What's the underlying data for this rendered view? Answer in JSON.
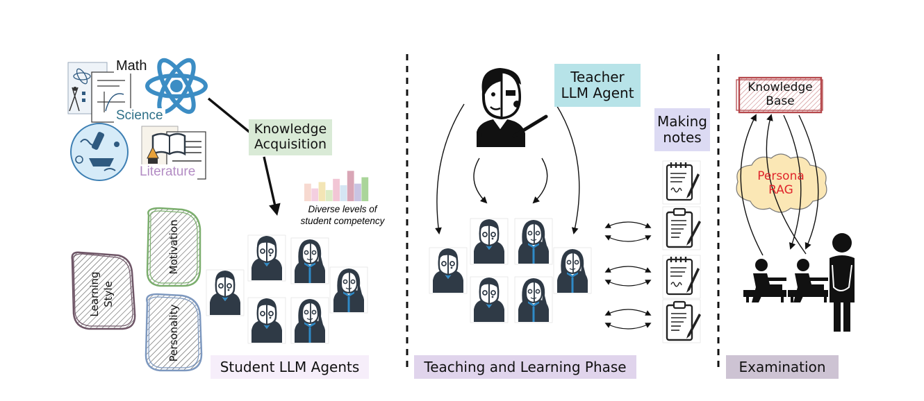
{
  "subjects": {
    "math": "Math",
    "science": "Science",
    "literature": "Literature"
  },
  "knowledge_acquisition": [
    "Knowledge",
    "Acquisition"
  ],
  "competency_note": [
    "Diverse levels of",
    "student competency"
  ],
  "traits": {
    "learning_style": [
      "Learning",
      "Style"
    ],
    "motivation": "Motivation",
    "personality": "Personality"
  },
  "phases": {
    "student": "Student LLM Agents",
    "teaching": "Teaching and Learning Phase",
    "exam": "Examination"
  },
  "teacher_label": [
    "Teacher",
    "LLM Agent"
  ],
  "making_notes": [
    "Making",
    "notes"
  ],
  "knowledge_base": [
    "Knowledge",
    "Base"
  ],
  "persona_rag": [
    "Persona",
    "RAG"
  ],
  "colors": {
    "ka_bg": "#d9ead6",
    "teacher_bg": "#b7e3e8",
    "notes_bg": "#dcdaf3",
    "student_bg": "#f6eefa",
    "teaching_bg": "#e0d4ec",
    "exam_bg": "#cdc3d3",
    "persona_bg": "#fbe7b5",
    "persona_text": "#e0252b",
    "kb_stroke": "#b5474b",
    "math_blue": "#3c8dc4",
    "science_text": "#2d6f87",
    "literature_text": "#b38cc4",
    "motivation": "#7bae6d",
    "personality": "#7d98bf",
    "learning": "#6e5566",
    "agent_dark": "#2f3a46",
    "agent_blue": "#2f8ac7"
  },
  "competency_bars": [
    0.55,
    0.4,
    0.6,
    0.35,
    0.7,
    0.5,
    0.95,
    0.55,
    0.75
  ],
  "competency_colors": [
    "#f7d9d0",
    "#f4cfe0",
    "#f3e5b5",
    "#dcecc6",
    "#f2c6d5",
    "#d5e6f3",
    "#d9a6b6",
    "#c9c4e3",
    "#aad59a"
  ]
}
